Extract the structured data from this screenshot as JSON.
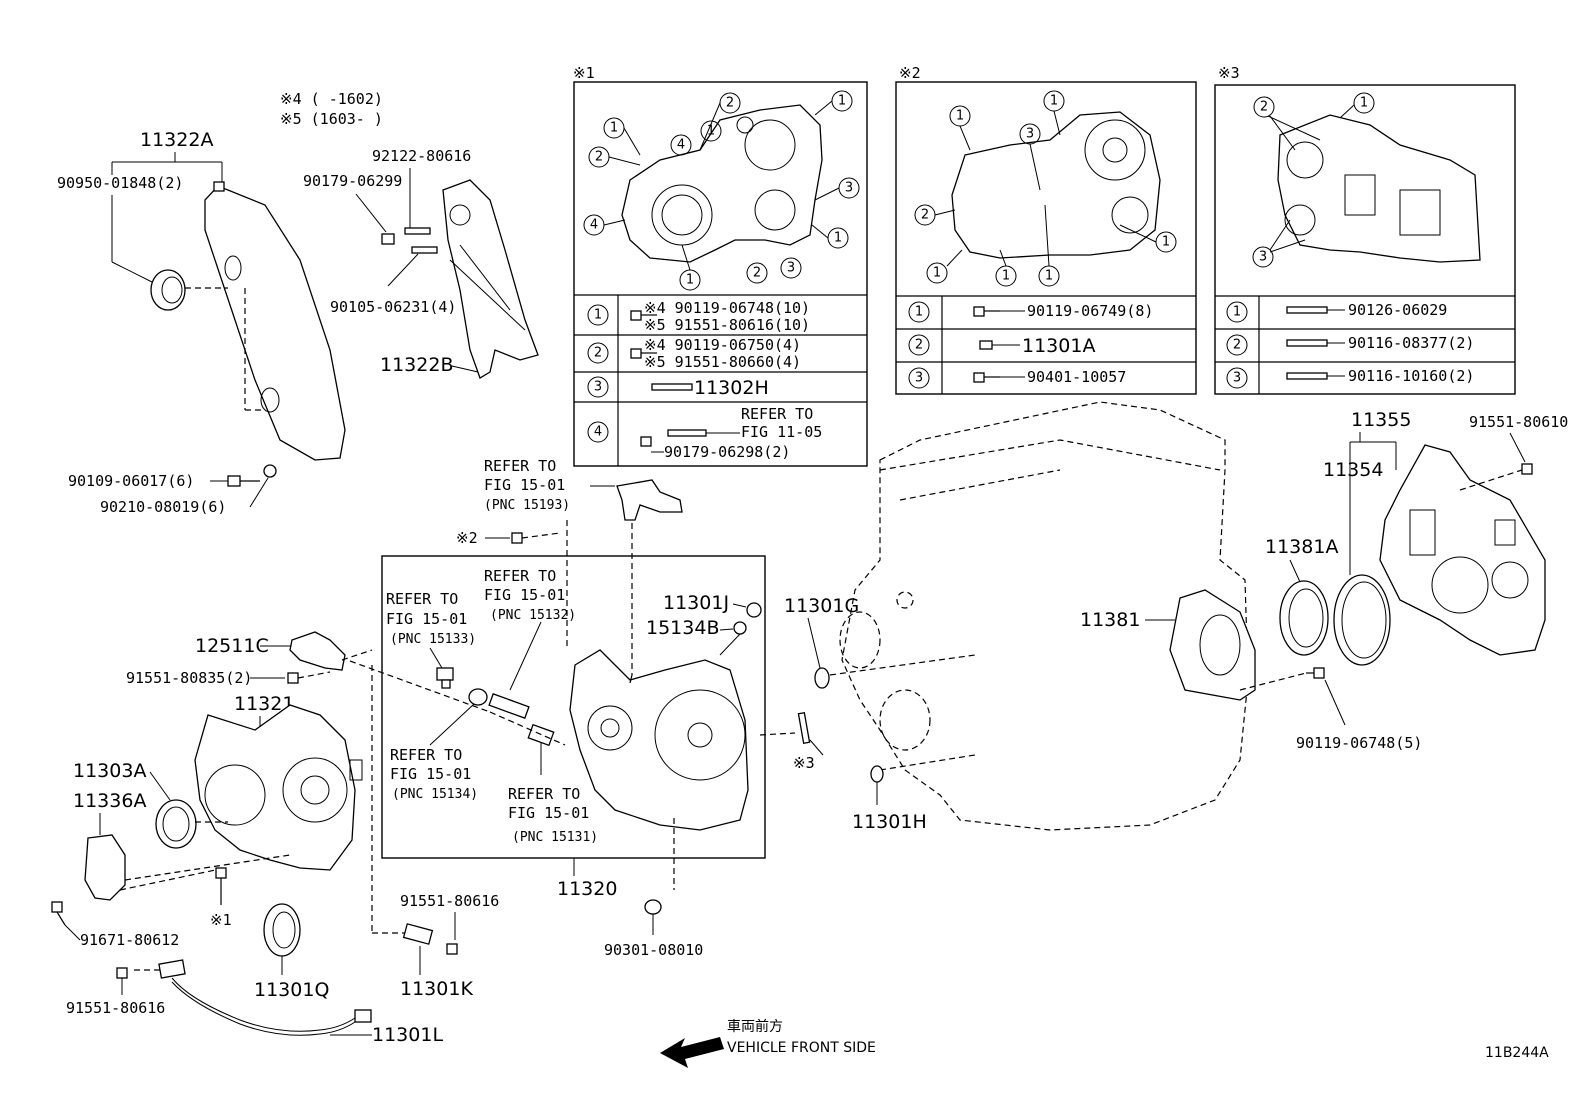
{
  "ref_marks": {
    "m1": "※1",
    "m2": "※2",
    "m3": "※3",
    "note4": "※4 (      -1602)",
    "note5": "※5 (1603-      )"
  },
  "labels": {
    "p11322A": "11322A",
    "p90950": "90950-01848(2)",
    "p92122": "92122-80616",
    "p90179a": "90179-06299",
    "p90105": "90105-06231(4)",
    "p11322B": "11322B",
    "p90109": "90109-06017(6)",
    "p90210": "90210-08019(6)",
    "ref1_a": "REFER TO",
    "ref1_b": "FIG 15-01",
    "ref1_c": "(PNC 15193)",
    "ref2_a": "REFER TO",
    "ref2_b": "FIG 15-01",
    "ref2_c": "(PNC 15132)",
    "ref3_a": "REFER TO",
    "ref3_b": "FIG 15-01",
    "ref3_c": "(PNC 15133)",
    "ref4_a": "REFER TO",
    "ref4_b": "FIG 15-01",
    "ref4_c": "(PNC 15134)",
    "ref5_a": "REFER TO",
    "ref5_b": "FIG 15-01",
    "ref5_c": "(PNC 15131)",
    "p11301J": "11301J",
    "p15134B": "15134B",
    "p11301G": "11301G",
    "p12511C": "12511C",
    "p91551_835": "91551-80835(2)",
    "p11321": "11321",
    "p11303A": "11303A",
    "p11336A": "11336A",
    "p91671": "91671-80612",
    "p91551_616a": "91551-80616",
    "p91551_616b": "91551-80616",
    "p11301Q": "11301Q",
    "p11301K": "11301K",
    "p11301L": "11301L",
    "p11320": "11320",
    "p90301": "90301-08010",
    "p11301H": "11301H",
    "p11381": "11381",
    "p11381A": "11381A",
    "p11354": "11354",
    "p11355": "11355",
    "p91551_610": "91551-80610",
    "p90119_5": "90119-06748(5)",
    "front_jp": "車両前方",
    "front_en": "VEHICLE FRONT SIDE",
    "fig_code": "11B244A"
  },
  "table1": {
    "rows": [
      {
        "n": "1",
        "a": "※4 90119-06748(10)",
        "b": "※5 91551-80616(10)"
      },
      {
        "n": "2",
        "a": "※4 90119-06750(4)",
        "b": "※5 91551-80660(4)"
      },
      {
        "n": "3",
        "a": "11302H",
        "b": ""
      },
      {
        "n": "4",
        "a": "REFER TO",
        "b": "FIG 11-05",
        "c": "90179-06298(2)"
      }
    ]
  },
  "table2": {
    "rows": [
      {
        "n": "1",
        "a": "90119-06749(8)"
      },
      {
        "n": "2",
        "a": "11301A"
      },
      {
        "n": "3",
        "a": "90401-10057"
      }
    ]
  },
  "table3": {
    "rows": [
      {
        "n": "1",
        "a": "90126-06029"
      },
      {
        "n": "2",
        "a": "90116-08377(2)"
      },
      {
        "n": "3",
        "a": "90116-10160(2)"
      }
    ]
  }
}
